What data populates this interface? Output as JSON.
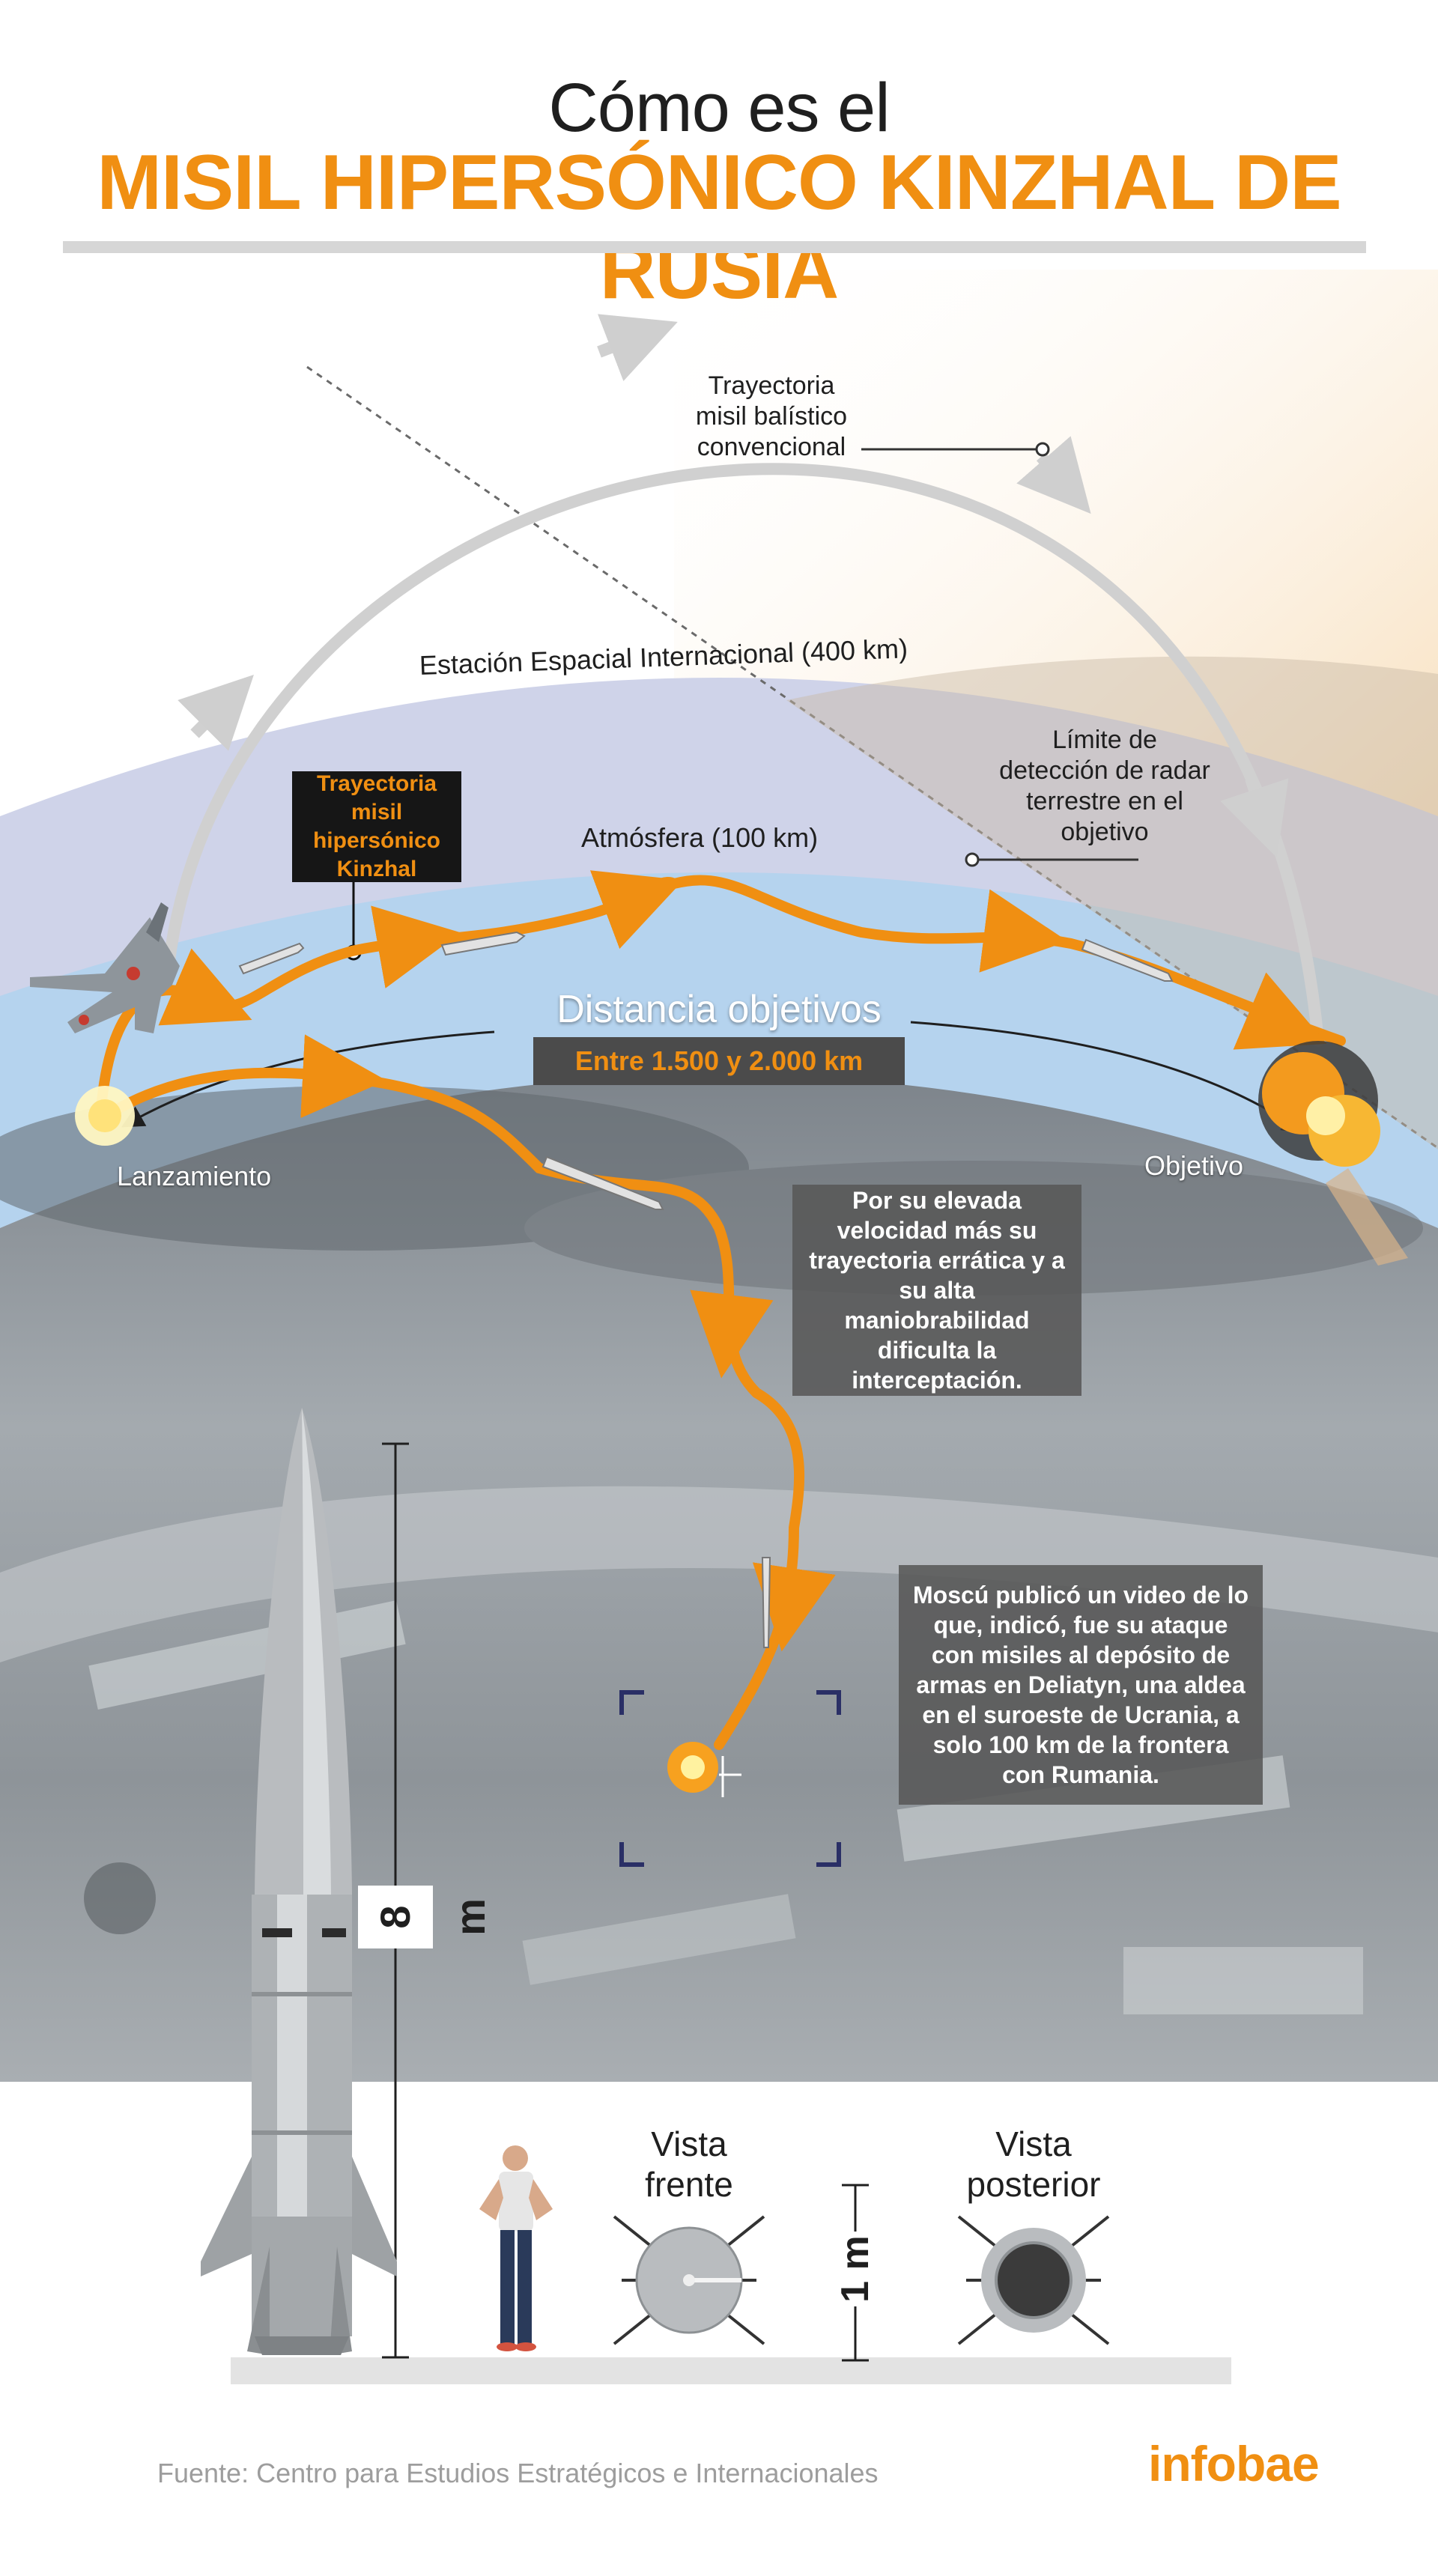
{
  "header": {
    "title_line1": "Cómo es el",
    "title_line2": "MISIL HIPERSÓNICO KINZHAL DE RUSIA"
  },
  "diagram": {
    "ballistic_label": "Trayectoria\nmisil balístico\nconvencional",
    "iss_label": "Estación Espacial Internacional (400 km)",
    "radar_label": "Límite de\ndetección de radar\nterrestre en el\nobjetivo",
    "kinzhal_label": "Trayectoria\nmisil hipersónico\nKinzhal",
    "atmosphere_label": "Atmósfera (100 km)",
    "distance_title": "Distancia objetivos",
    "distance_value": "Entre 1.500 y 2.000 km",
    "launch_label": "Lanzamiento",
    "target_label": "Objetivo",
    "maneuver_text": "Por su elevada velocidad más su trayectoria errática y a su alta maniobrabilidad dificulta la interceptación.",
    "moscow_text": "Moscú publicó un video de lo que, indicó, fue su ataque con misiles al depósito de armas en Deliatyn, una aldea en el suroeste de Ucrania, a solo 100 km de la frontera con Rumania."
  },
  "dimensions": {
    "length_label": "8 m",
    "diameter_label": "1 m",
    "front_view_label": "Vista\nfrente",
    "rear_view_label": "Vista\nposterior"
  },
  "footer": {
    "source": "Fuente: Centro para Estudios Estratégicos e Internacionales",
    "logo": "infobae"
  },
  "colors": {
    "accent": "#f08f12",
    "title": "#1f1f1f",
    "trajectory_gray": "#cfcfcf"
  }
}
